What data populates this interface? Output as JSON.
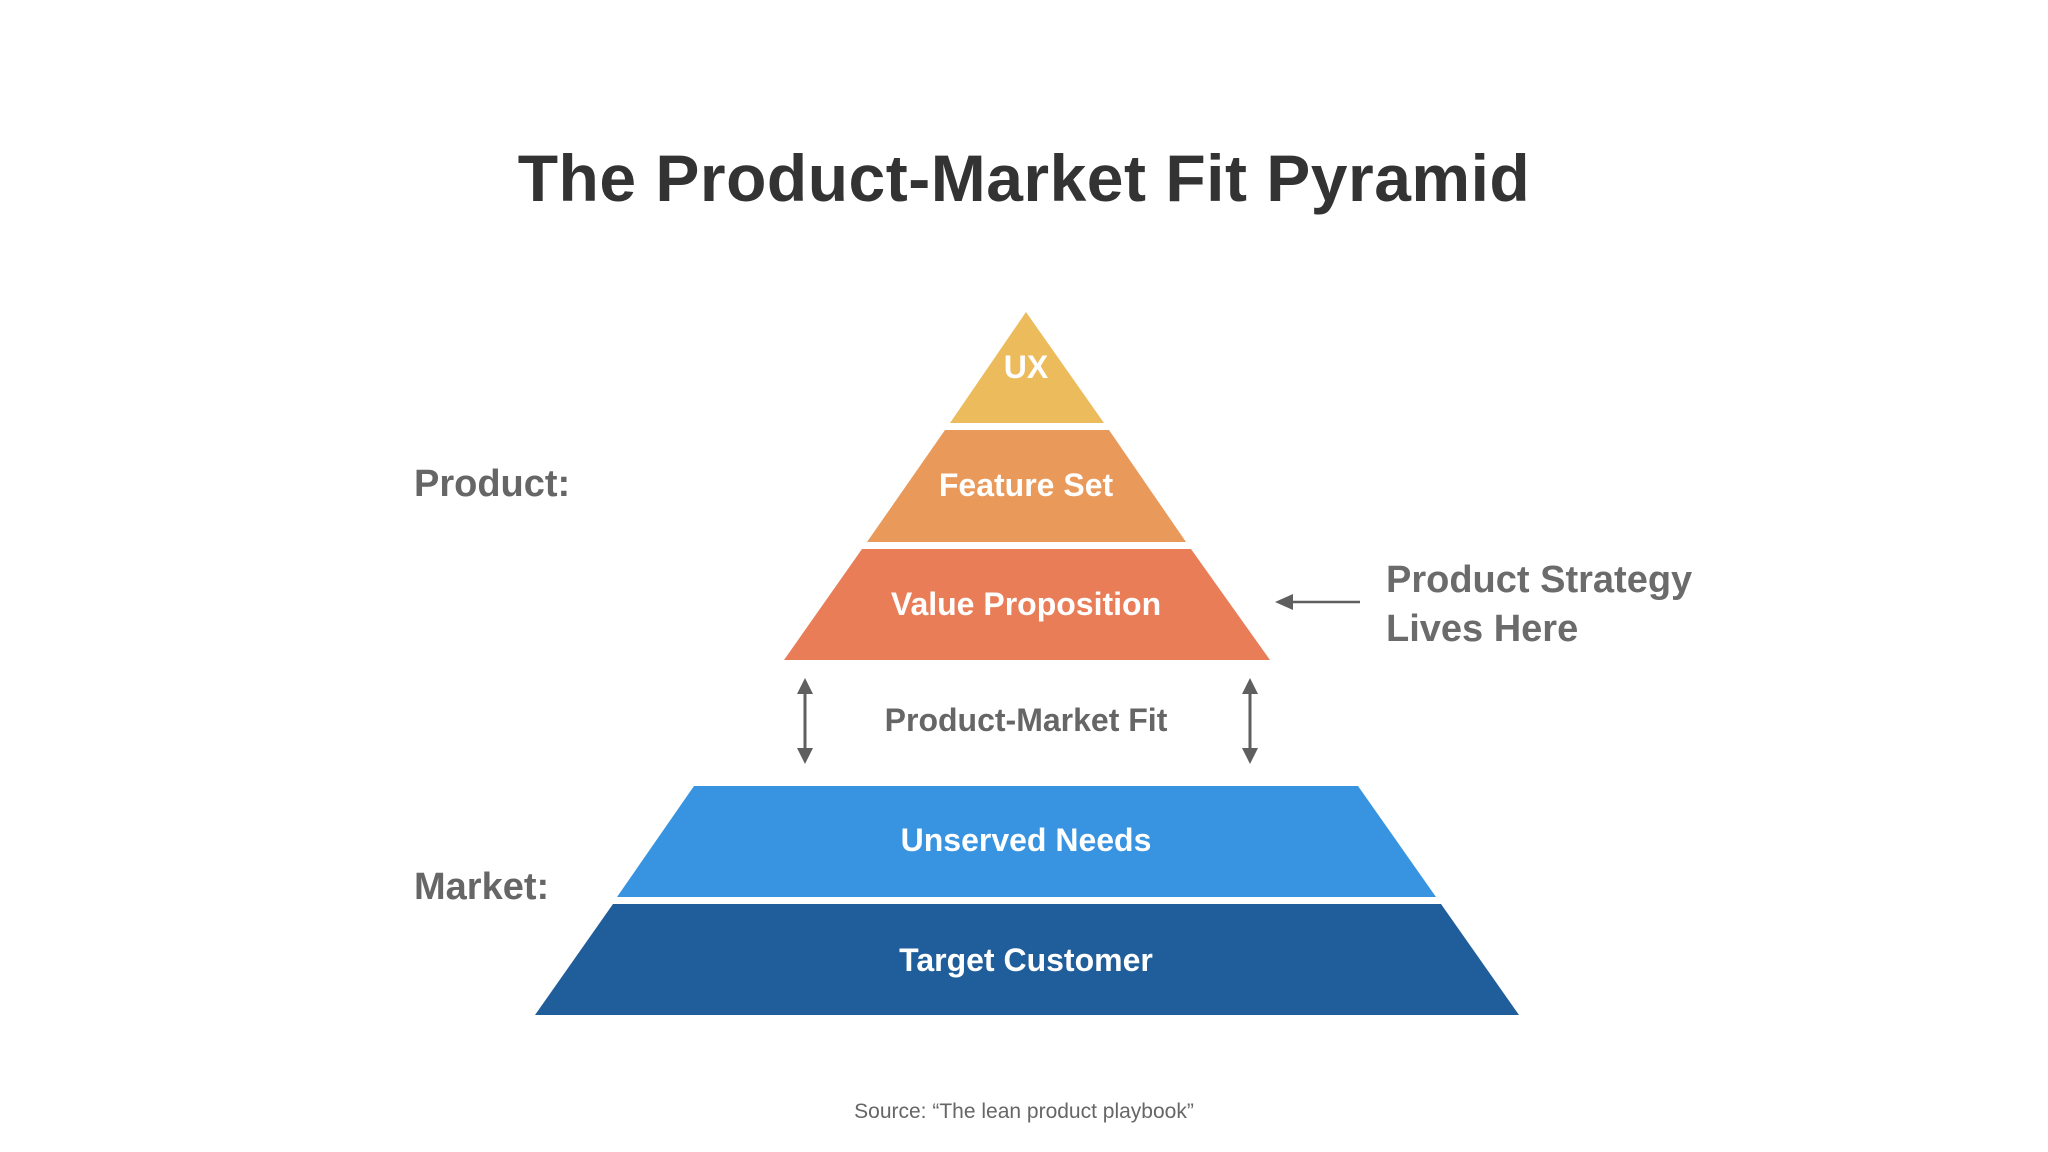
{
  "title": "The Product-Market Fit Pyramid",
  "side_labels": {
    "product": "Product:",
    "market": "Market:"
  },
  "tiers": [
    {
      "label": "UX",
      "color": "#ECBB5C"
    },
    {
      "label": "Feature Set",
      "color": "#E9995A"
    },
    {
      "label": "Value Proposition",
      "color": "#E87D58"
    },
    {
      "label": "Unserved Needs",
      "color": "#3894E0"
    },
    {
      "label": "Target Customer",
      "color": "#205E9B"
    }
  ],
  "fit_label": "Product-Market Fit",
  "strategy_note": {
    "line1": "Product Strategy",
    "line2": "Lives Here"
  },
  "source": "Source: “The lean product playbook”",
  "colors": {
    "title": "#333333",
    "muted_text": "#666666",
    "arrow": "#5f5f5f",
    "tier_text": "#ffffff"
  }
}
